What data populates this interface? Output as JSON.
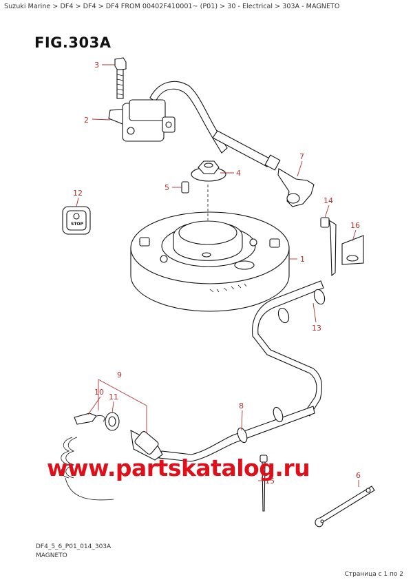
{
  "breadcrumb": "Suzuki Marine > DF4 > DF4 > DF4 FROM 00402F410001~ (P01) > 30 - Electrical > 303A - MAGNETO",
  "figure": {
    "title": "FIG.303A",
    "drawing_code": "DF4_5_6_P01_014_303A",
    "caption": "MAGNETO"
  },
  "stop_icon_text": "STOP",
  "callouts": [
    {
      "number": "1"
    },
    {
      "number": "2"
    },
    {
      "number": "3"
    },
    {
      "number": "4"
    },
    {
      "number": "5"
    },
    {
      "number": "6"
    },
    {
      "number": "7"
    },
    {
      "number": "8"
    },
    {
      "number": "9"
    },
    {
      "number": "10"
    },
    {
      "number": "11"
    },
    {
      "number": "12"
    },
    {
      "number": "13"
    },
    {
      "number": "14"
    },
    {
      "number": "15"
    },
    {
      "number": "16"
    }
  ],
  "watermark": "www.partskatalog.ru",
  "page_counter": "Страница с 1 по 2",
  "colors": {
    "callout": "#b33030",
    "watermark": "#e0101a"
  }
}
